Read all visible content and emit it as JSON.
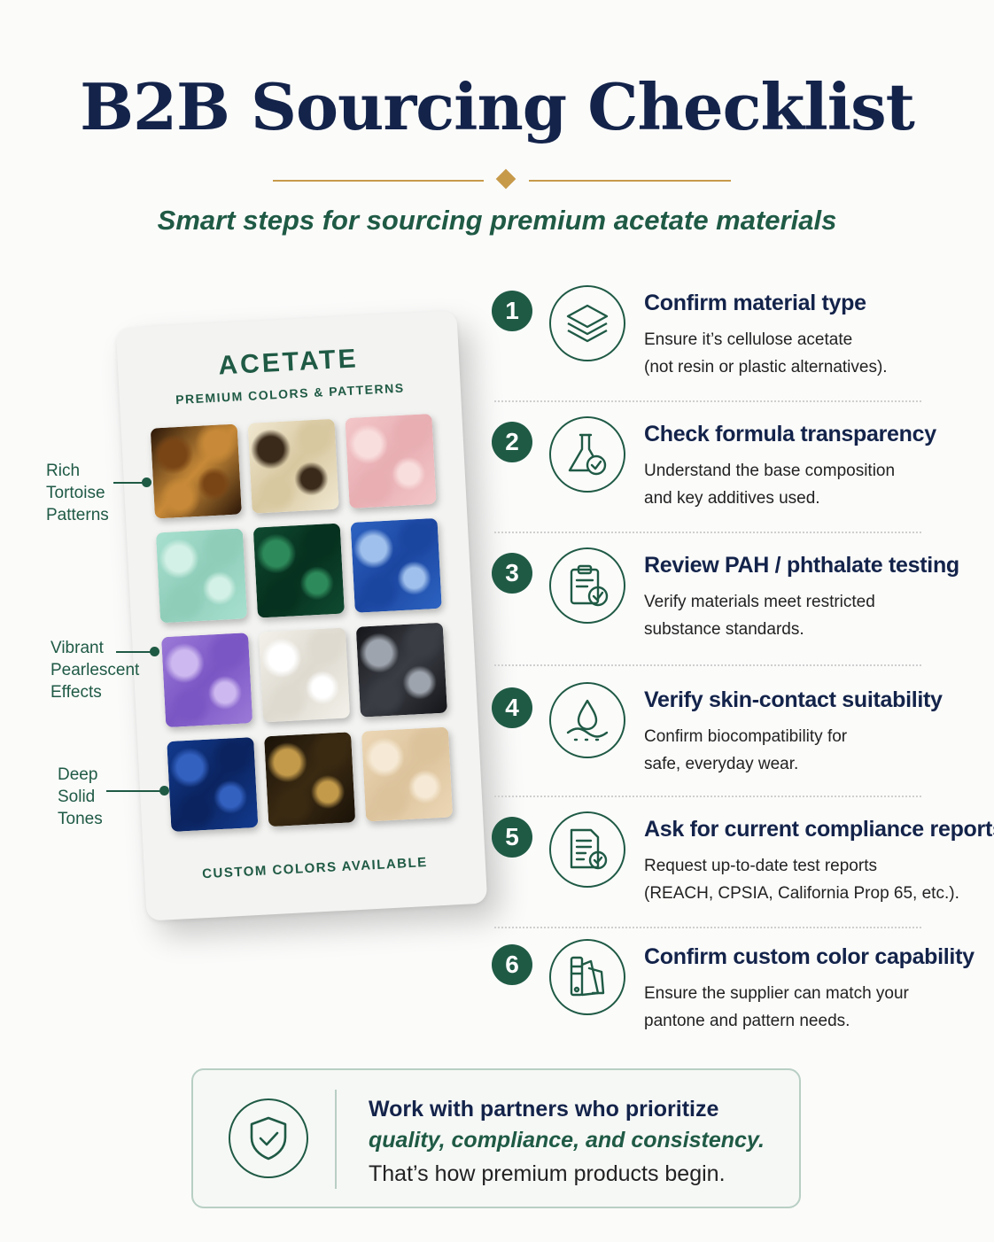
{
  "header": {
    "title": "B2B Sourcing Checklist",
    "subtitle": "Smart steps for sourcing premium acetate materials"
  },
  "card": {
    "title": "ACETATE",
    "subtitle": "PREMIUM COLORS & PATTERNS",
    "footer": "CUSTOM COLORS AVAILABLE",
    "swatches": [
      {
        "name": "tortoise-dark",
        "colors": [
          "#2a1608",
          "#7a4515",
          "#c88a38"
        ]
      },
      {
        "name": "tortoise-cream",
        "colors": [
          "#f0e8d2",
          "#3a2a1a",
          "#d8c8a0"
        ]
      },
      {
        "name": "pearl-pink",
        "colors": [
          "#f3c7c9",
          "#f9dede",
          "#e8aeb2"
        ]
      },
      {
        "name": "pearl-mint",
        "colors": [
          "#a8e0cf",
          "#d4f1e7",
          "#8fcdb9"
        ]
      },
      {
        "name": "pearl-emerald",
        "colors": [
          "#0f4a30",
          "#2d8a5a",
          "#06301f"
        ]
      },
      {
        "name": "pearl-blue",
        "colors": [
          "#2d63c2",
          "#9fc0ec",
          "#1b46a0"
        ]
      },
      {
        "name": "pearl-lavender",
        "colors": [
          "#9b7ad8",
          "#cdb8ef",
          "#7a56c4"
        ]
      },
      {
        "name": "pearl-white",
        "colors": [
          "#f3f1ea",
          "#ffffff",
          "#dedad0"
        ]
      },
      {
        "name": "black-grey",
        "colors": [
          "#15161a",
          "#9ea4ad",
          "#3a3d44"
        ]
      },
      {
        "name": "pearl-navy",
        "colors": [
          "#123a8e",
          "#3361c0",
          "#0b2460"
        ]
      },
      {
        "name": "tortoise-black-gold",
        "colors": [
          "#1a1208",
          "#c39a4a",
          "#3a2a12"
        ]
      },
      {
        "name": "pearl-champagne",
        "colors": [
          "#ecd7b6",
          "#f6ead6",
          "#dcc39c"
        ]
      }
    ]
  },
  "callouts": [
    {
      "lines": [
        "Rich",
        "Tortoise",
        "Patterns"
      ]
    },
    {
      "lines": [
        "Vibrant",
        "Pearlescent",
        "Effects"
      ]
    },
    {
      "lines": [
        "Deep",
        "Solid",
        "Tones"
      ]
    }
  ],
  "steps": [
    {
      "number": "1",
      "icon": "layers-icon",
      "title": "Confirm material type",
      "desc": [
        "Ensure it’s cellulose acetate",
        "(not resin or plastic alternatives)."
      ]
    },
    {
      "number": "2",
      "icon": "flask-check-icon",
      "title": "Check formula transparency",
      "desc": [
        "Understand the base composition",
        "and key additives used."
      ]
    },
    {
      "number": "3",
      "icon": "clipboard-check-icon",
      "title": "Review PAH / phthalate testing",
      "desc": [
        "Verify materials meet restricted",
        "substance standards."
      ]
    },
    {
      "number": "4",
      "icon": "skin-drop-icon",
      "title": "Verify skin-contact suitability",
      "desc": [
        "Confirm biocompatibility for",
        "safe, everyday wear."
      ]
    },
    {
      "number": "5",
      "icon": "report-check-icon",
      "title": "Ask for current compliance reports",
      "desc": [
        "Request up-to-date test reports",
        "(REACH, CPSIA, California Prop 65, etc.)."
      ]
    },
    {
      "number": "6",
      "icon": "color-fan-icon",
      "title": "Confirm custom color capability",
      "desc": [
        "Ensure the supplier can match your",
        "pantone and pattern needs."
      ]
    }
  ],
  "footer": {
    "line1": "Work with partners who prioritize",
    "line2": "quality, compliance, and consistency.",
    "line3": "That’s how premium products begin.",
    "icon": "shield-check-icon"
  },
  "colors": {
    "navy": "#13234a",
    "green": "#1f5a45",
    "gold": "#c79a4a"
  }
}
